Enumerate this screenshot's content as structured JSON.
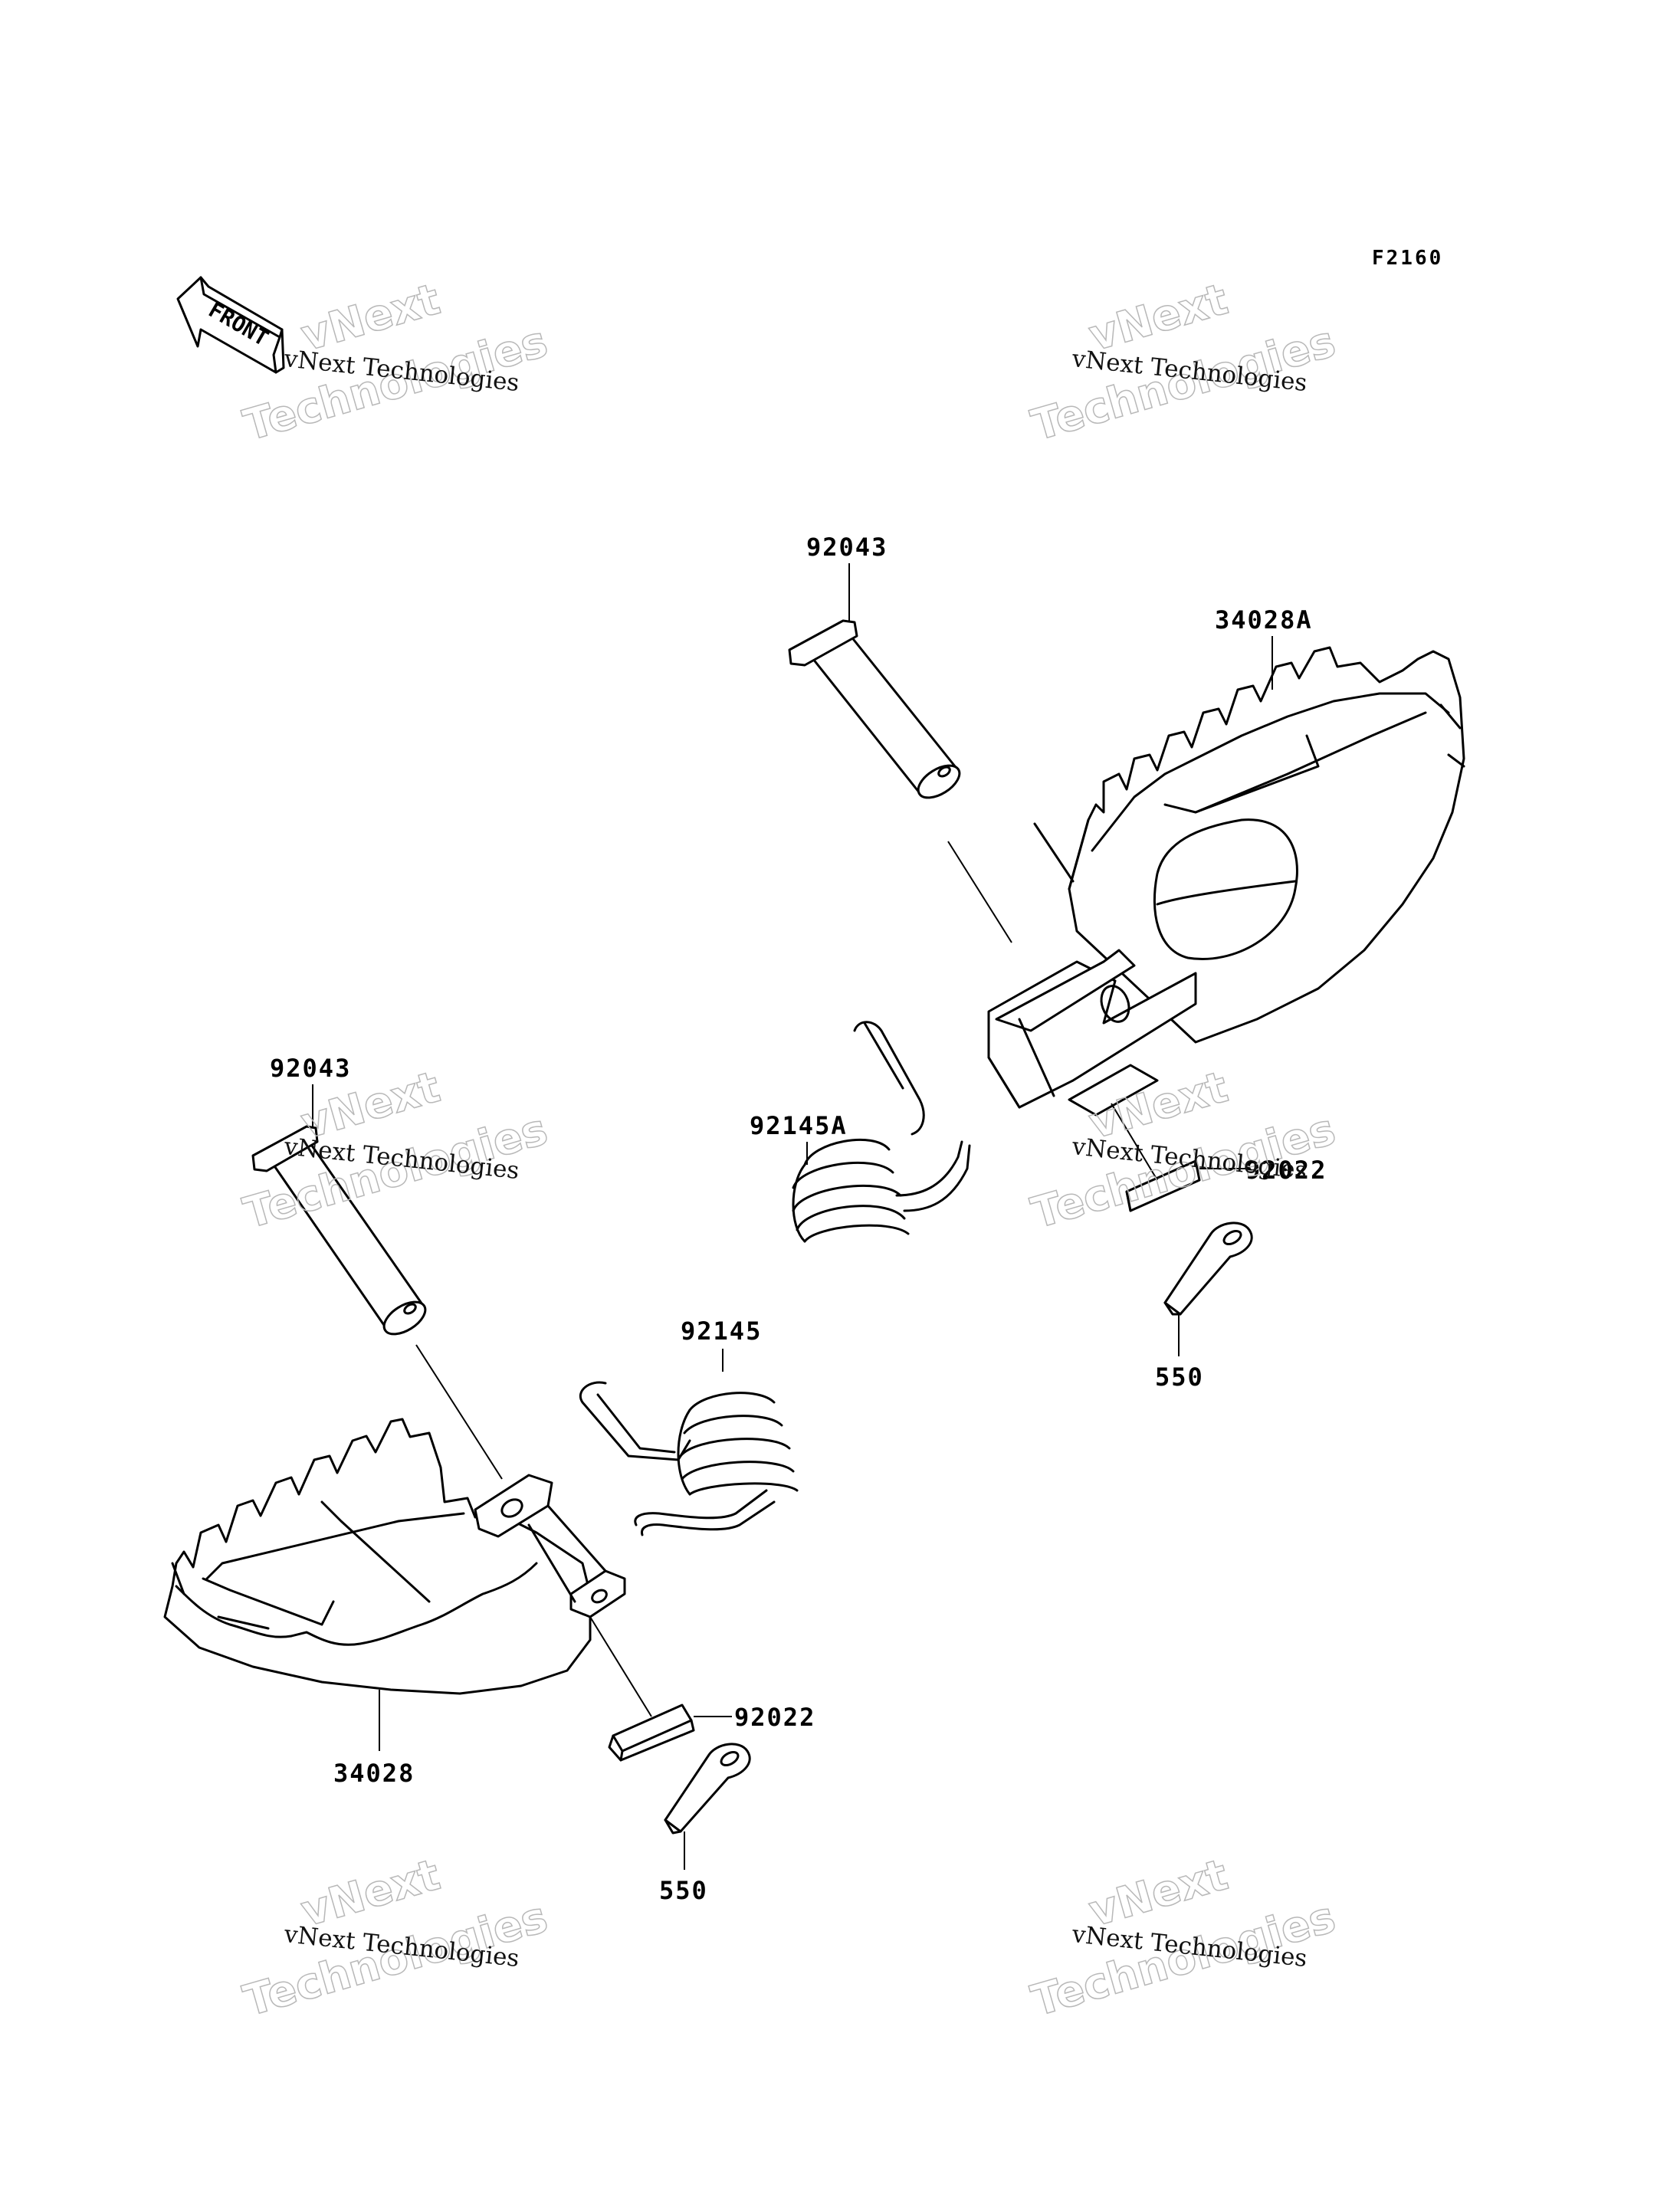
{
  "figure_code": "F2160",
  "front_arrow_label": "FRONT",
  "watermark": {
    "small_text": "vNext Technologies",
    "big_line1": "vNext",
    "big_line2": "Technologies"
  },
  "parts": {
    "pin_upper": "92043",
    "footpeg_upper": "34028A",
    "spring_upper": "92145A",
    "washer_upper": "92022",
    "cotter_upper": "550",
    "pin_lower": "92043",
    "spring_lower": "92145",
    "footpeg_lower": "34028",
    "washer_lower": "92022",
    "cotter_lower": "550"
  }
}
